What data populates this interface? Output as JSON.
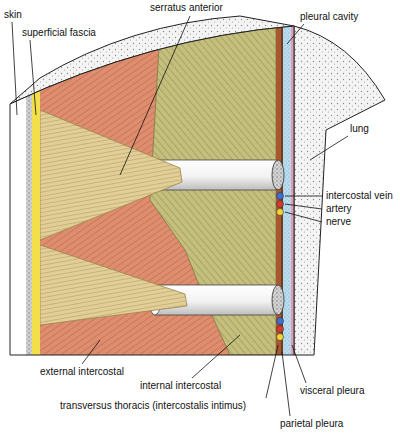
{
  "diagram": {
    "labels": [
      "skin",
      "superficial fascia",
      "serratus anterior",
      "pleural cavity",
      "lung",
      "intercostal vein",
      "artery",
      "nerve",
      "external intercostal",
      "internal intercostal",
      "transversus thoracis (intercostalis intimus)",
      "visceral pleura",
      "parietal pleura"
    ]
  }
}
